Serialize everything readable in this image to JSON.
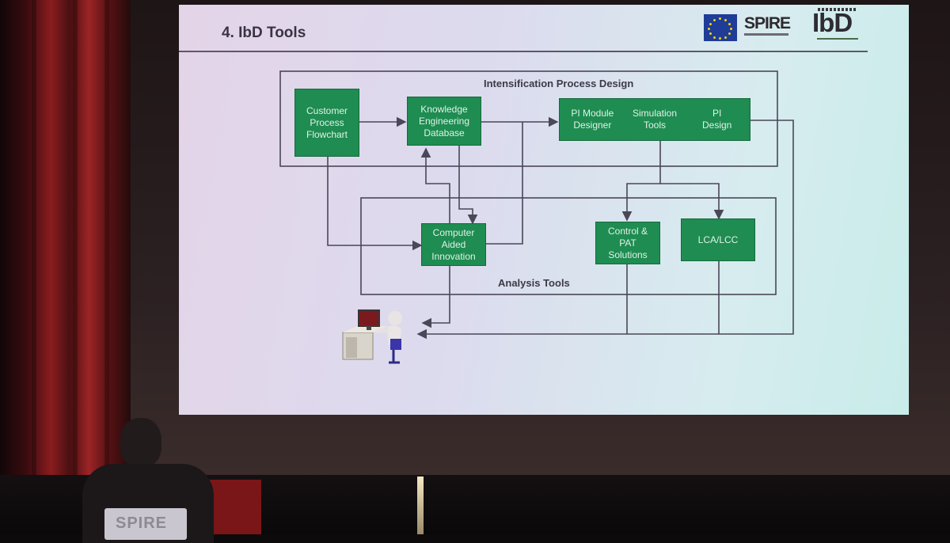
{
  "slide": {
    "title": "4. IbD Tools",
    "logos": {
      "eu": "eu-flag-logo",
      "spire": "SPIRE",
      "ibd": "IbD"
    }
  },
  "groups": {
    "top": "Intensification Process Design",
    "bottom": "Analysis Tools"
  },
  "nodes": {
    "customer": "Customer\nProcess\nFlowchart",
    "knowledge": "Knowledge\nEngineering\nDatabase",
    "pi_module": "PI Module\nDesigner",
    "simulation": "Simulation\nTools",
    "pi_design": "PI\nDesign",
    "cai": "Computer\nAided\nInnovation",
    "control": "Control &\nPAT\nSolutions",
    "lca": "LCA/LCC"
  },
  "colors": {
    "node_fill": "#1f8c52",
    "node_text": "#dff3e6",
    "wire": "#4a4757"
  },
  "icons": {
    "user": "user-at-computer-icon"
  },
  "podium": {
    "logo": "SPIRE"
  }
}
